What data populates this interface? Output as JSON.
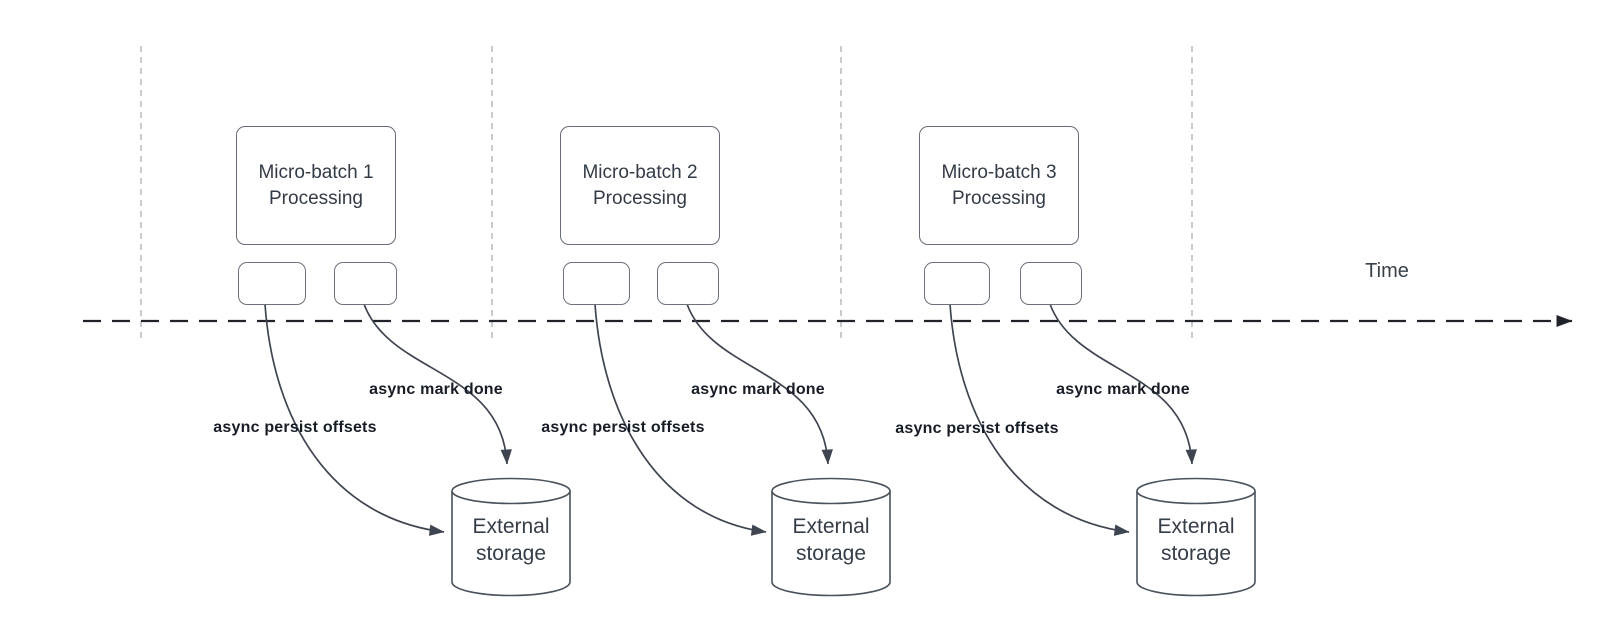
{
  "time_axis_label": "Time",
  "colors": {
    "text_primary": "#343b46",
    "bold_label_text": "#171d26",
    "shape_border": "#666d77",
    "cylinder_border": "#4a525c",
    "arrow_stroke": "#3e4450",
    "timeline_stroke": "#20242a",
    "guide_line": "#b6bac0",
    "background": "#ffffff"
  },
  "sections": [
    {
      "batch_title_line1": "Micro-batch 1",
      "batch_title_line2": "Processing",
      "persist_arrow_label": "async persist offsets",
      "mark_done_arrow_label": "async mark done",
      "storage_line1": "External",
      "storage_line2": "storage"
    },
    {
      "batch_title_line1": "Micro-batch 2",
      "batch_title_line2": "Processing",
      "persist_arrow_label": "async persist offsets",
      "mark_done_arrow_label": "async mark done",
      "storage_line1": "External",
      "storage_line2": "storage"
    },
    {
      "batch_title_line1": "Micro-batch 3",
      "batch_title_line2": "Processing",
      "persist_arrow_label": "async persist offsets",
      "mark_done_arrow_label": "async mark done",
      "storage_line1": "External",
      "storage_line2": "storage"
    }
  ]
}
